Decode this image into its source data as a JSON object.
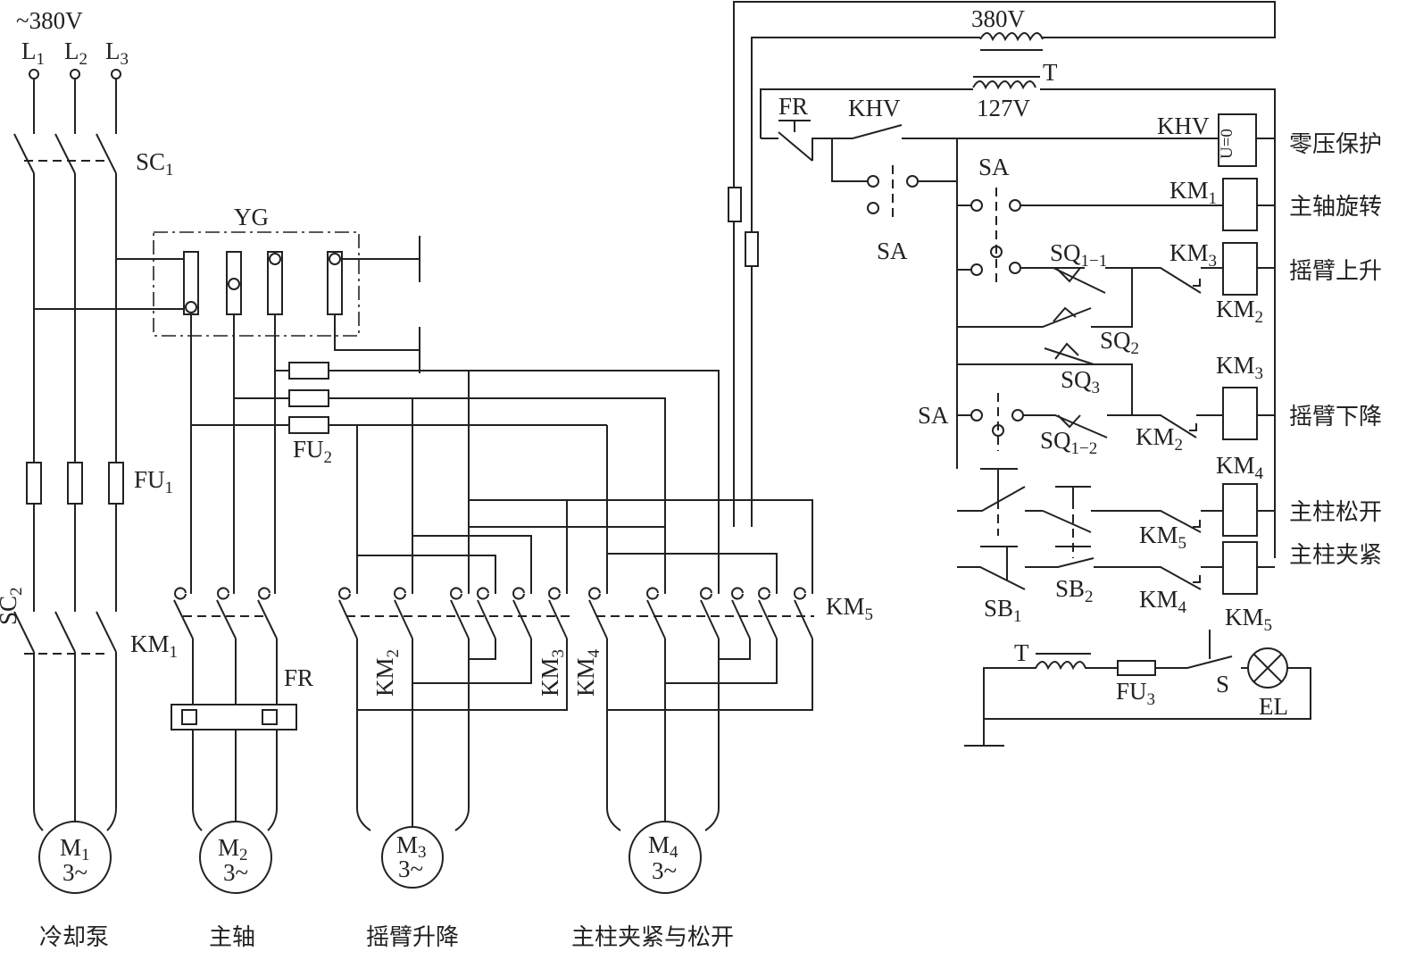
{
  "supply": {
    "voltage": "~380V",
    "phases": [
      {
        "base": "L",
        "sub": "1"
      },
      {
        "base": "L",
        "sub": "2"
      },
      {
        "base": "L",
        "sub": "3"
      }
    ]
  },
  "components": {
    "sc1": {
      "base": "SC",
      "sub": "1"
    },
    "sc2": {
      "base": "SC",
      "sub": "2"
    },
    "fu1": {
      "base": "FU",
      "sub": "1"
    },
    "fu2": {
      "base": "FU",
      "sub": "2"
    },
    "fu3": {
      "base": "FU",
      "sub": "3"
    },
    "yg": "YG",
    "fr": "FR",
    "km1": {
      "base": "KM",
      "sub": "1"
    },
    "km2": {
      "base": "KM",
      "sub": "2"
    },
    "km3": {
      "base": "KM",
      "sub": "3"
    },
    "km4": {
      "base": "KM",
      "sub": "4"
    },
    "km5": {
      "base": "KM",
      "sub": "5"
    },
    "t": "T",
    "khv": "KHV",
    "khv_coil": "U=0",
    "sa": "SA",
    "sq1_1": {
      "base": "SQ",
      "sub": "1−1"
    },
    "sq1_2": {
      "base": "SQ",
      "sub": "1−2"
    },
    "sq2": {
      "base": "SQ",
      "sub": "2"
    },
    "sq3": {
      "base": "SQ",
      "sub": "3"
    },
    "sb1": {
      "base": "SB",
      "sub": "1"
    },
    "sb2": {
      "base": "SB",
      "sub": "2"
    },
    "s": "S",
    "el": "EL"
  },
  "transformer": {
    "primary": "380V",
    "secondary": "127V"
  },
  "motors": [
    {
      "base": "M",
      "sub": "1",
      "phase": "3~",
      "caption": "冷却泵"
    },
    {
      "base": "M",
      "sub": "2",
      "phase": "3~",
      "caption": "主轴"
    },
    {
      "base": "M",
      "sub": "3",
      "phase": "3~",
      "caption": "摇臂升降"
    },
    {
      "base": "M",
      "sub": "4",
      "phase": "3~",
      "caption": "主柱夹紧与松开"
    }
  ],
  "functions": [
    "零压保护",
    "主轴旋转",
    "摇臂上升",
    "摇臂下降",
    "主柱松开",
    "主柱夹紧"
  ],
  "colors": {
    "line": "#222222",
    "background": "#ffffff"
  }
}
